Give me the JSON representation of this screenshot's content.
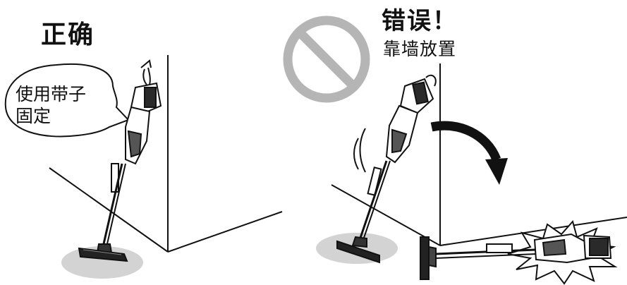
{
  "correct": {
    "title": "正确",
    "bubble_lines": [
      "使用带子",
      "固定"
    ]
  },
  "wrong": {
    "title": "错误！",
    "subtitle": "靠墙放置"
  },
  "colors": {
    "ink": "#111111",
    "floor_shadow": "#d3d3d3",
    "prohibition": "#b5b5b5"
  }
}
